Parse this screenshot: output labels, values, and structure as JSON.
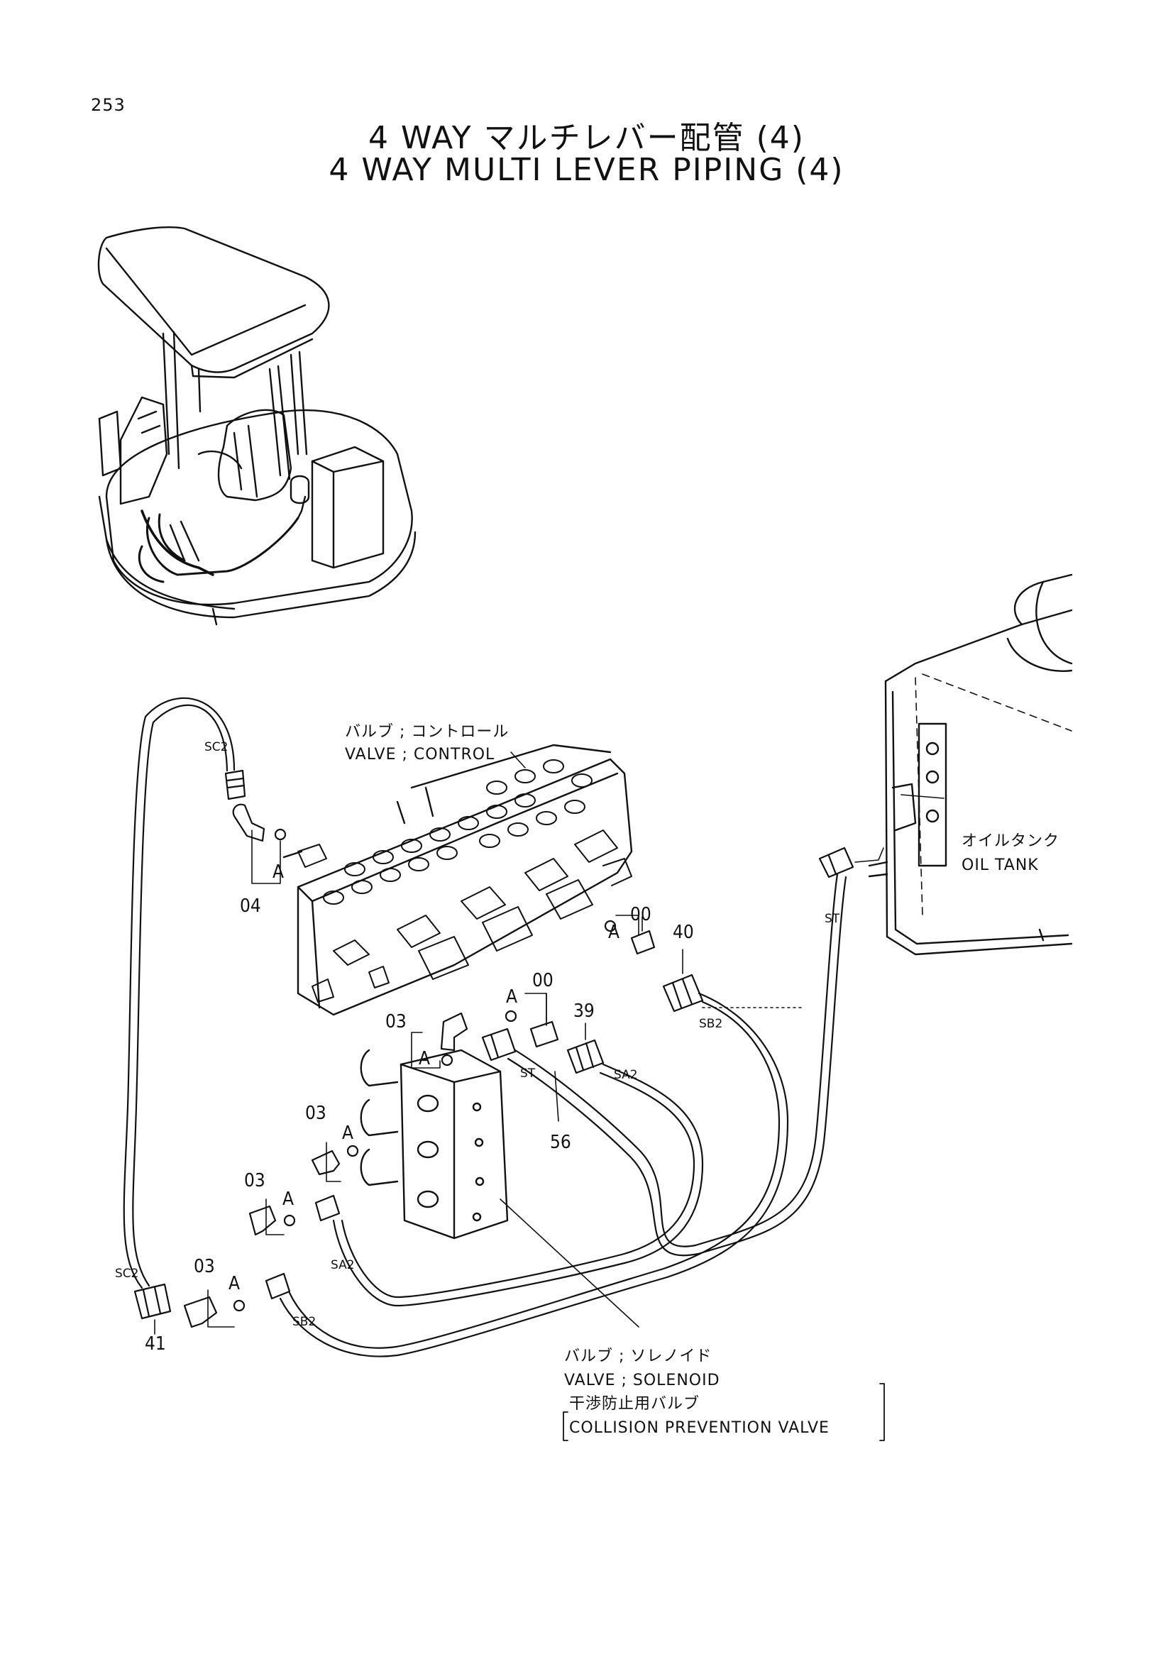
{
  "page_number": "253",
  "title_jp": "4 WAY マルチレバー配管 (4)",
  "title_en": "4 WAY MULTI LEVER PIPING (4)",
  "callouts": {
    "control_valve_jp": "バルブ ; コントロール",
    "control_valve_en": "VALVE ; CONTROL",
    "oil_tank_jp": "オイルタンク",
    "oil_tank_en": "OIL TANK",
    "solenoid_valve_jp": "バルブ ; ソレノイド",
    "solenoid_valve_en": "VALVE ; SOLENOID",
    "collision_valve_jp": "干渉防止用バルブ",
    "collision_valve_en": "COLLISION PREVENTION VALVE"
  },
  "part_numbers": {
    "p04": "04",
    "p00a": "00",
    "p00b": "00",
    "p40": "40",
    "p39": "39",
    "p03a": "03",
    "p03b": "03",
    "p03c": "03",
    "p03d": "03",
    "p56": "56",
    "p41": "41"
  },
  "detail_marks": {
    "a1": "A",
    "a2": "A",
    "a3": "A",
    "a4": "A",
    "a5": "A",
    "a6": "A",
    "a7": "A"
  },
  "hose_labels": {
    "sc2_top": "SC2",
    "sc2_bottom": "SC2",
    "st_tank": "ST",
    "st_mid": "ST",
    "sb2_right": "SB2",
    "sa2_right": "SA2",
    "sa2_left": "SA2",
    "sb2_left": "SB2"
  }
}
